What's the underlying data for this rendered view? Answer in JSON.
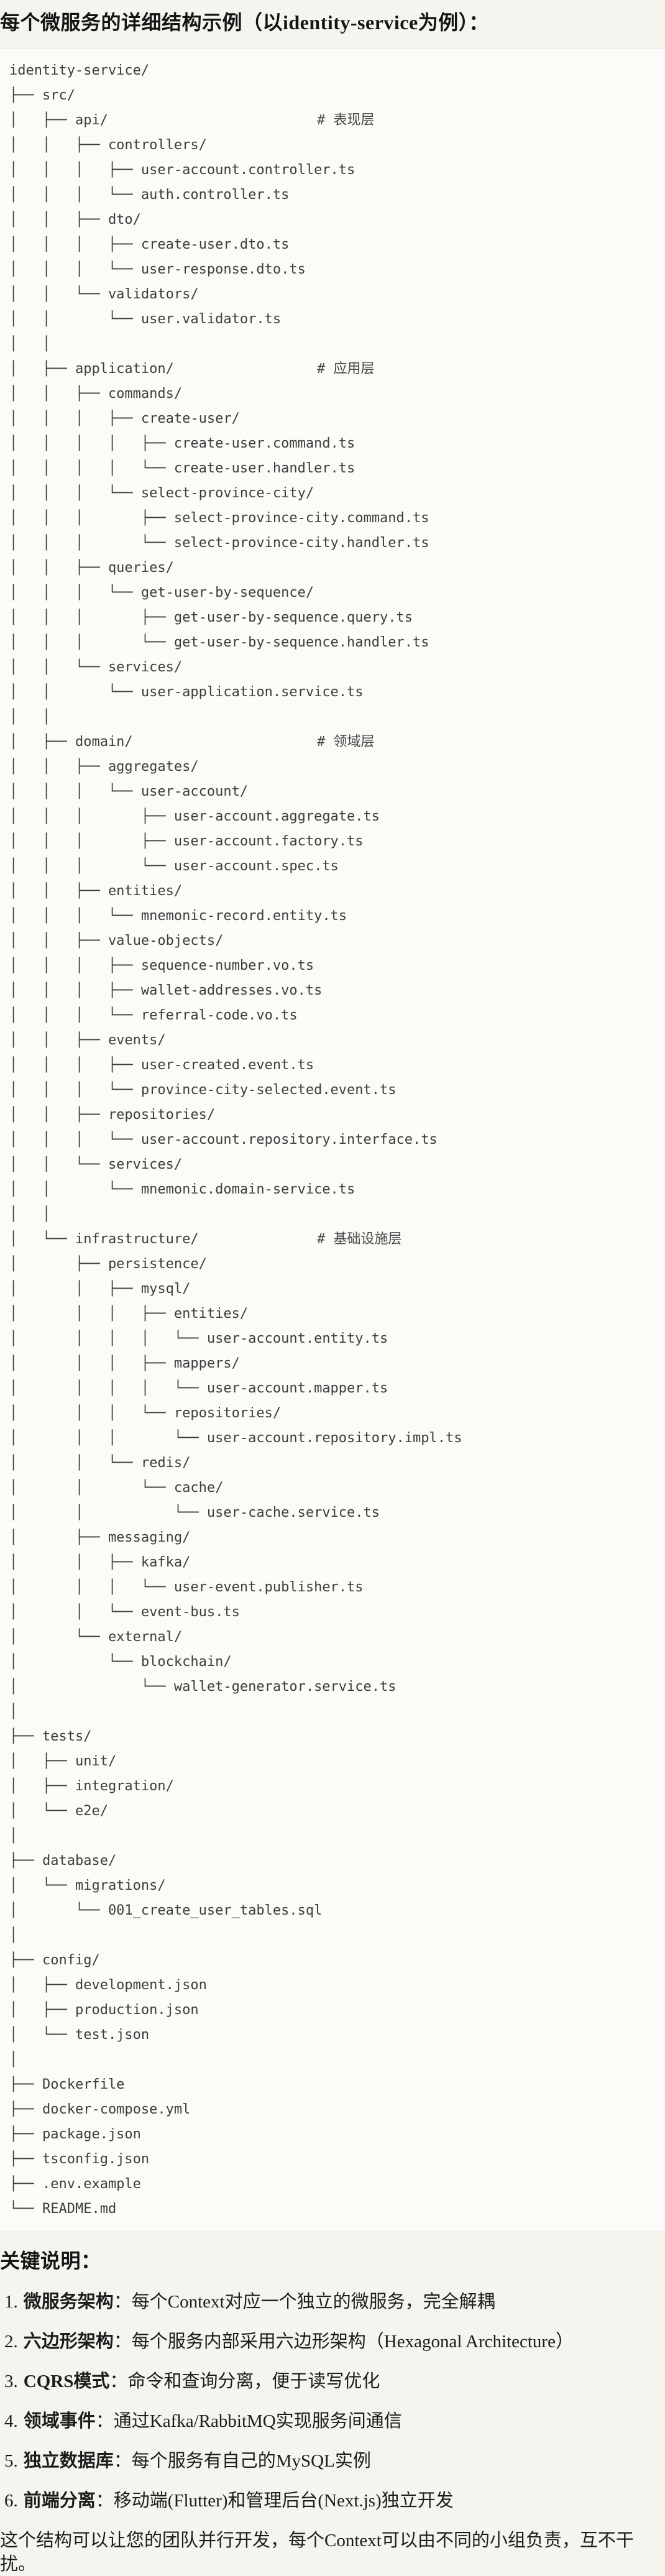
{
  "title": "每个微服务的详细结构示例（以identity-service为例）：",
  "tree": {
    "comment_color": "#474747",
    "lines": [
      {
        "text": "identity-service/"
      },
      {
        "text": "├── src/"
      },
      {
        "text": "│   ├── api/",
        "comment": "# 表现层"
      },
      {
        "text": "│   │   ├── controllers/"
      },
      {
        "text": "│   │   │   ├── user-account.controller.ts"
      },
      {
        "text": "│   │   │   └── auth.controller.ts"
      },
      {
        "text": "│   │   ├── dto/"
      },
      {
        "text": "│   │   │   ├── create-user.dto.ts"
      },
      {
        "text": "│   │   │   └── user-response.dto.ts"
      },
      {
        "text": "│   │   └── validators/"
      },
      {
        "text": "│   │       └── user.validator.ts"
      },
      {
        "text": "│   │"
      },
      {
        "text": "│   ├── application/",
        "comment": "# 应用层"
      },
      {
        "text": "│   │   ├── commands/"
      },
      {
        "text": "│   │   │   ├── create-user/"
      },
      {
        "text": "│   │   │   │   ├── create-user.command.ts"
      },
      {
        "text": "│   │   │   │   └── create-user.handler.ts"
      },
      {
        "text": "│   │   │   └── select-province-city/"
      },
      {
        "text": "│   │   │       ├── select-province-city.command.ts"
      },
      {
        "text": "│   │   │       └── select-province-city.handler.ts"
      },
      {
        "text": "│   │   ├── queries/"
      },
      {
        "text": "│   │   │   └── get-user-by-sequence/"
      },
      {
        "text": "│   │   │       ├── get-user-by-sequence.query.ts"
      },
      {
        "text": "│   │   │       └── get-user-by-sequence.handler.ts"
      },
      {
        "text": "│   │   └── services/"
      },
      {
        "text": "│   │       └── user-application.service.ts"
      },
      {
        "text": "│   │"
      },
      {
        "text": "│   ├── domain/",
        "comment": "# 领域层"
      },
      {
        "text": "│   │   ├── aggregates/"
      },
      {
        "text": "│   │   │   └── user-account/"
      },
      {
        "text": "│   │   │       ├── user-account.aggregate.ts"
      },
      {
        "text": "│   │   │       ├── user-account.factory.ts"
      },
      {
        "text": "│   │   │       └── user-account.spec.ts"
      },
      {
        "text": "│   │   ├── entities/"
      },
      {
        "text": "│   │   │   └── mnemonic-record.entity.ts"
      },
      {
        "text": "│   │   ├── value-objects/"
      },
      {
        "text": "│   │   │   ├── sequence-number.vo.ts"
      },
      {
        "text": "│   │   │   ├── wallet-addresses.vo.ts"
      },
      {
        "text": "│   │   │   └── referral-code.vo.ts"
      },
      {
        "text": "│   │   ├── events/"
      },
      {
        "text": "│   │   │   ├── user-created.event.ts"
      },
      {
        "text": "│   │   │   └── province-city-selected.event.ts"
      },
      {
        "text": "│   │   ├── repositories/"
      },
      {
        "text": "│   │   │   └── user-account.repository.interface.ts"
      },
      {
        "text": "│   │   └── services/"
      },
      {
        "text": "│   │       └── mnemonic.domain-service.ts"
      },
      {
        "text": "│   │"
      },
      {
        "text": "│   └── infrastructure/",
        "comment": "# 基础设施层"
      },
      {
        "text": "│       ├── persistence/"
      },
      {
        "text": "│       │   ├── mysql/"
      },
      {
        "text": "│       │   │   ├── entities/"
      },
      {
        "text": "│       │   │   │   └── user-account.entity.ts"
      },
      {
        "text": "│       │   │   ├── mappers/"
      },
      {
        "text": "│       │   │   │   └── user-account.mapper.ts"
      },
      {
        "text": "│       │   │   └── repositories/"
      },
      {
        "text": "│       │   │       └── user-account.repository.impl.ts"
      },
      {
        "text": "│       │   └── redis/"
      },
      {
        "text": "│       │       └── cache/"
      },
      {
        "text": "│       │           └── user-cache.service.ts"
      },
      {
        "text": "│       ├── messaging/"
      },
      {
        "text": "│       │   ├── kafka/"
      },
      {
        "text": "│       │   │   └── user-event.publisher.ts"
      },
      {
        "text": "│       │   └── event-bus.ts"
      },
      {
        "text": "│       └── external/"
      },
      {
        "text": "│           └── blockchain/"
      },
      {
        "text": "│               └── wallet-generator.service.ts"
      },
      {
        "text": "│"
      },
      {
        "text": "├── tests/"
      },
      {
        "text": "│   ├── unit/"
      },
      {
        "text": "│   ├── integration/"
      },
      {
        "text": "│   └── e2e/"
      },
      {
        "text": "│"
      },
      {
        "text": "├── database/"
      },
      {
        "text": "│   └── migrations/"
      },
      {
        "text": "│       └── 001_create_user_tables.sql"
      },
      {
        "text": "│"
      },
      {
        "text": "├── config/"
      },
      {
        "text": "│   ├── development.json"
      },
      {
        "text": "│   ├── production.json"
      },
      {
        "text": "│   └── test.json"
      },
      {
        "text": "│"
      },
      {
        "text": "├── Dockerfile"
      },
      {
        "text": "├── docker-compose.yml"
      },
      {
        "text": "├── package.json"
      },
      {
        "text": "├── tsconfig.json"
      },
      {
        "text": "├── .env.example"
      },
      {
        "text": "└── README.md"
      }
    ]
  },
  "notes": {
    "heading": "关键说明：",
    "items": [
      {
        "num": "1.",
        "label": "微服务架构",
        "text": "：每个Context对应一个独立的微服务，完全解耦"
      },
      {
        "num": "2.",
        "label": "六边形架构",
        "text": "：每个服务内部采用六边形架构（Hexagonal Architecture）"
      },
      {
        "num": "3.",
        "label": "CQRS模式",
        "text": "：命令和查询分离，便于读写优化"
      },
      {
        "num": "4.",
        "label": "领域事件",
        "text": "：通过Kafka/RabbitMQ实现服务间通信"
      },
      {
        "num": "5.",
        "label": "独立数据库",
        "text": "：每个服务有自己的MySQL实例"
      },
      {
        "num": "6.",
        "label": "前端分离",
        "text": "：移动端(Flutter)和管理后台(Next.js)独立开发"
      }
    ]
  },
  "closing": "这个结构可以让您的团队并行开发，每个Context可以由不同的小组负责，互不干扰。"
}
